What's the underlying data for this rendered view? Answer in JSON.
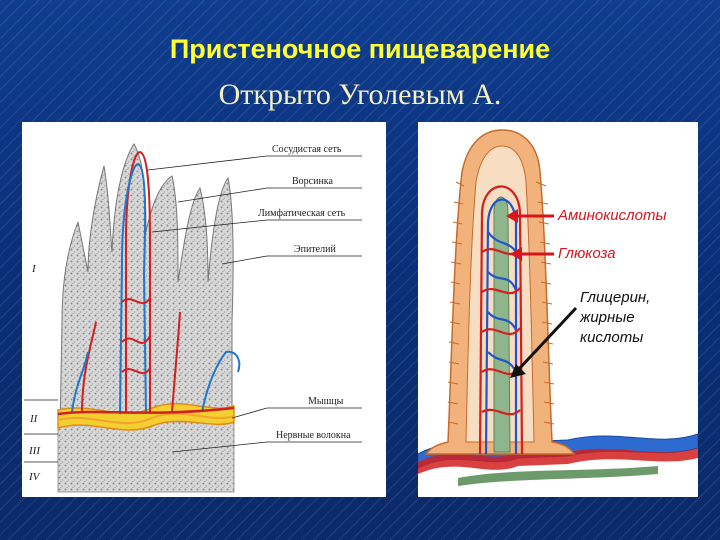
{
  "slide": {
    "title": "Пристеночное пищеварение",
    "subtitle": "Открыто Уголевым А."
  },
  "left_diagram": {
    "labels": [
      "Сосудистая сеть",
      "Ворсинка",
      "Лимфатическая сеть",
      "Эпителий",
      "Мышцы",
      "Нервные волокна"
    ],
    "layers": [
      "I",
      "II",
      "III",
      "IV"
    ]
  },
  "right_diagram": {
    "labels": [
      "Аминокислоты",
      "Глюкоза",
      "Глицерин,",
      "жирные",
      "кислоты"
    ]
  },
  "colors": {
    "background": "#0a2f78",
    "title": "#ffff33",
    "subtitle": "#f5f0c0",
    "label_red": "#d8141e",
    "vein_blue": "#2255c8",
    "artery_red": "#d21f1f",
    "epithelium_orange": "#e8964a"
  }
}
